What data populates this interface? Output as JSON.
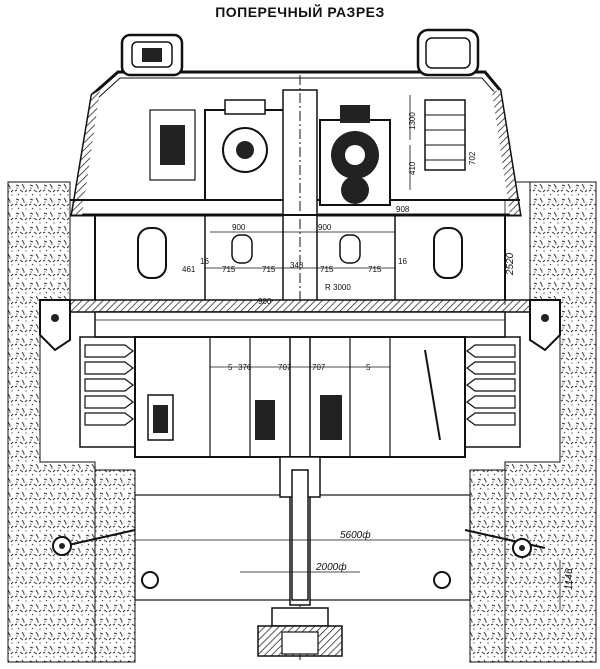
{
  "title": "ПОПЕРЕЧНЫЙ РАЗРЕЗ",
  "colors": {
    "ink": "#111111",
    "paper": "#ffffff",
    "fill_dark": "#222222",
    "earth": "#333333"
  },
  "dimensions": {
    "d900_left": "900",
    "d900_right": "900",
    "d715_a": "715",
    "d715_b": "715",
    "d715_c": "715",
    "d715_d": "715",
    "d348": "348",
    "d461": "461",
    "d16_a": "16",
    "d16_b": "16",
    "d900_low_left": "900",
    "r3000": "R 3000",
    "d1300": "1300",
    "d410": "410",
    "d702": "702",
    "d908": "908",
    "d2520": "2520",
    "d707_a": "707",
    "d707_b": "707",
    "d376": "376",
    "d5_a": "5",
    "d5_b": "5",
    "d5600": "5600ф",
    "d2000": "2000ф",
    "d1146": "1146"
  }
}
